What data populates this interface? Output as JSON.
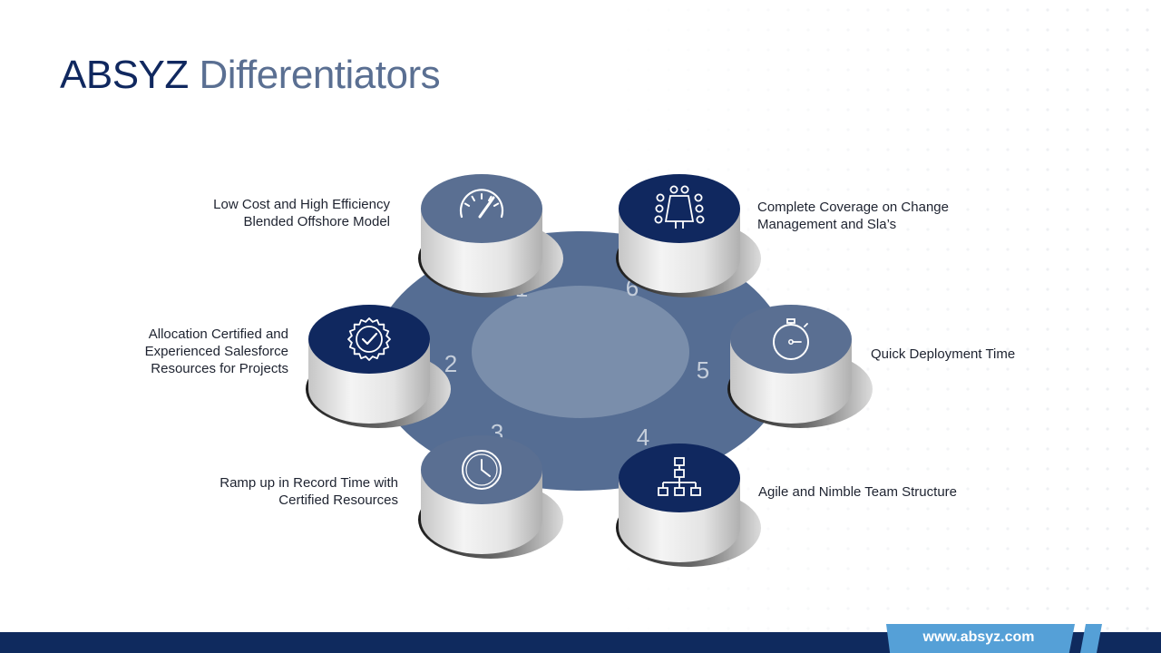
{
  "title": {
    "part1": "ABSYZ",
    "part2": "Differentiators"
  },
  "colors": {
    "navy": "#10285f",
    "slate": "#5a6f92",
    "ring": "#556d93",
    "inner": "#7a8eab",
    "number": "#c5cedb"
  },
  "items": [
    {
      "number": "1",
      "label_lines": [
        "Low Cost and High Efficiency",
        "Blended Offshore Model"
      ],
      "icon": "speedometer-icon",
      "cap": "slate"
    },
    {
      "number": "2",
      "label_lines": [
        "Allocation Certified and",
        "Experienced Salesforce",
        "Resources for Projects"
      ],
      "icon": "badge-check-icon",
      "cap": "navy"
    },
    {
      "number": "3",
      "label_lines": [
        "Ramp up in Record Time with",
        "Certified Resources"
      ],
      "icon": "clock-icon",
      "cap": "slate"
    },
    {
      "number": "4",
      "label_lines": [
        "Agile and Nimble Team Structure"
      ],
      "icon": "org-chart-icon",
      "cap": "navy"
    },
    {
      "number": "5",
      "label_lines": [
        "Quick Deployment  Time"
      ],
      "icon": "stopwatch-icon",
      "cap": "slate"
    },
    {
      "number": "6",
      "label_lines": [
        "Complete  Coverage  on  Change",
        "Management  and  Sla’s"
      ],
      "icon": "meeting-table-icon",
      "cap": "navy"
    }
  ],
  "footer": {
    "url": "www.absyz.com"
  }
}
